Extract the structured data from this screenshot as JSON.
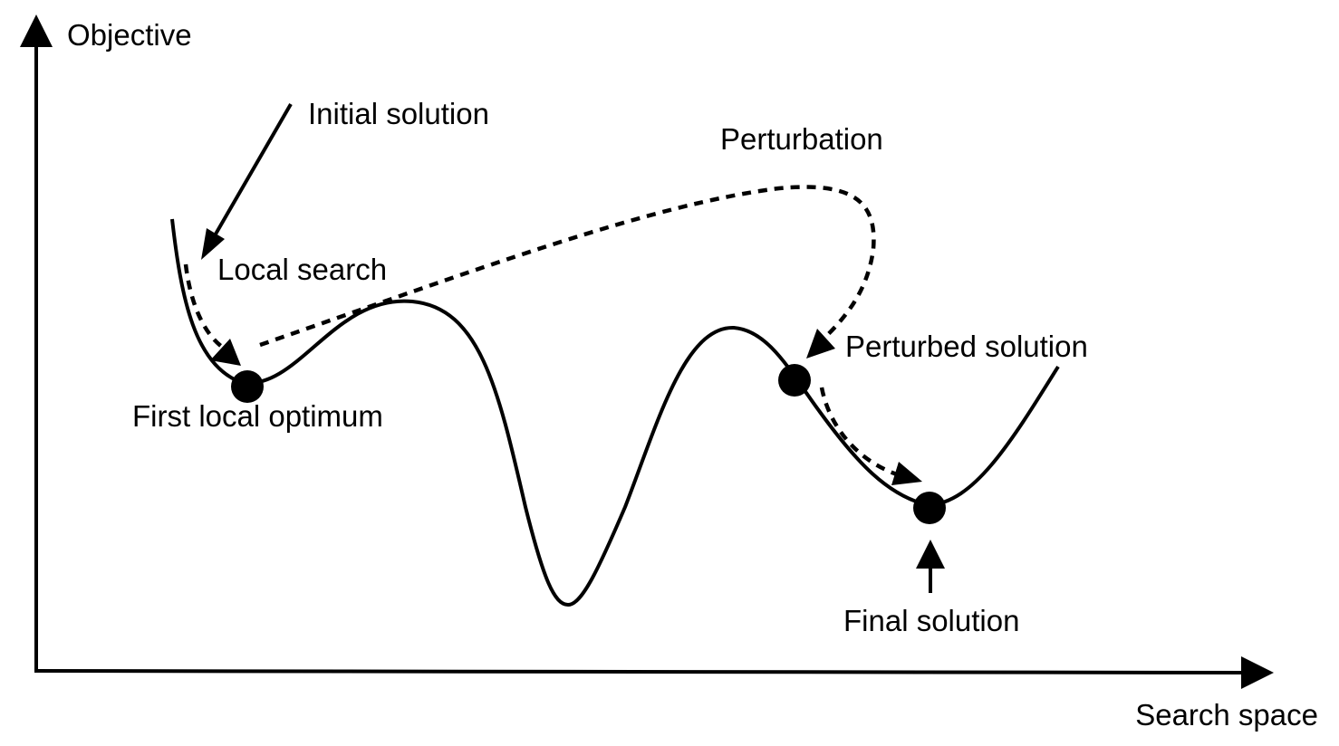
{
  "axes": {
    "y_label": "Objective",
    "x_label": "Search space"
  },
  "labels": {
    "initial_solution": "Initial solution",
    "local_search": "Local search",
    "perturbation": "Perturbation",
    "perturbed_solution": "Perturbed solution",
    "first_local_optimum": "First local optimum",
    "final_solution": "Final solution"
  },
  "colors": {
    "ink": "#000000",
    "background": "#ffffff"
  }
}
